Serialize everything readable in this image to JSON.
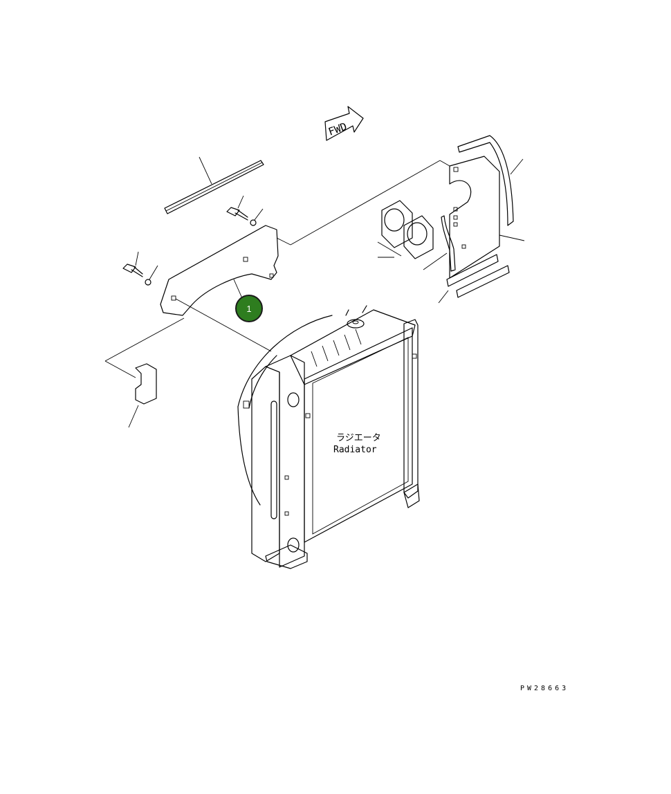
{
  "diagram": {
    "fwd_label": "FWD",
    "radiator_label_jp": "ラジエータ",
    "radiator_label_en": "Radiator",
    "drawing_code": "PW28663",
    "callouts": [
      {
        "id": "callout-1",
        "number": "1",
        "color": "#2e7d1f"
      }
    ]
  }
}
